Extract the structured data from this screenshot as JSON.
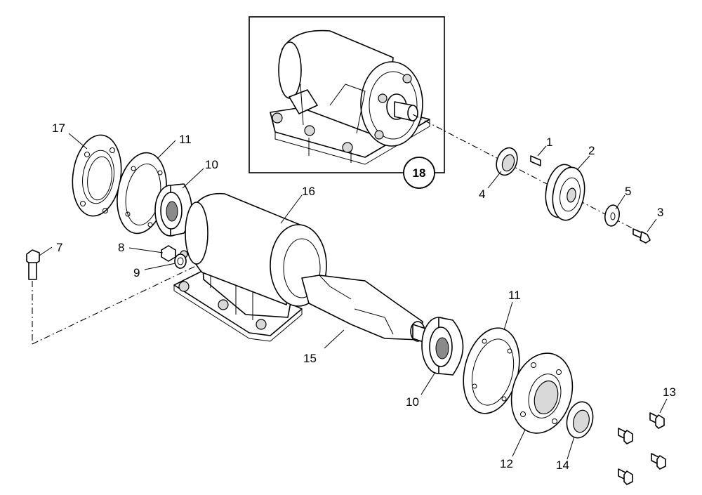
{
  "callouts": {
    "c1": "1",
    "c2": "2",
    "c3": "3",
    "c4": "4",
    "c5": "5",
    "c7": "7",
    "c8": "8",
    "c9": "9",
    "c10a": "10",
    "c10b": "10",
    "c11a": "11",
    "c11b": "11",
    "c12": "12",
    "c13": "13",
    "c14": "14",
    "c15": "15",
    "c16": "16",
    "c17": "17",
    "c18": "18"
  }
}
